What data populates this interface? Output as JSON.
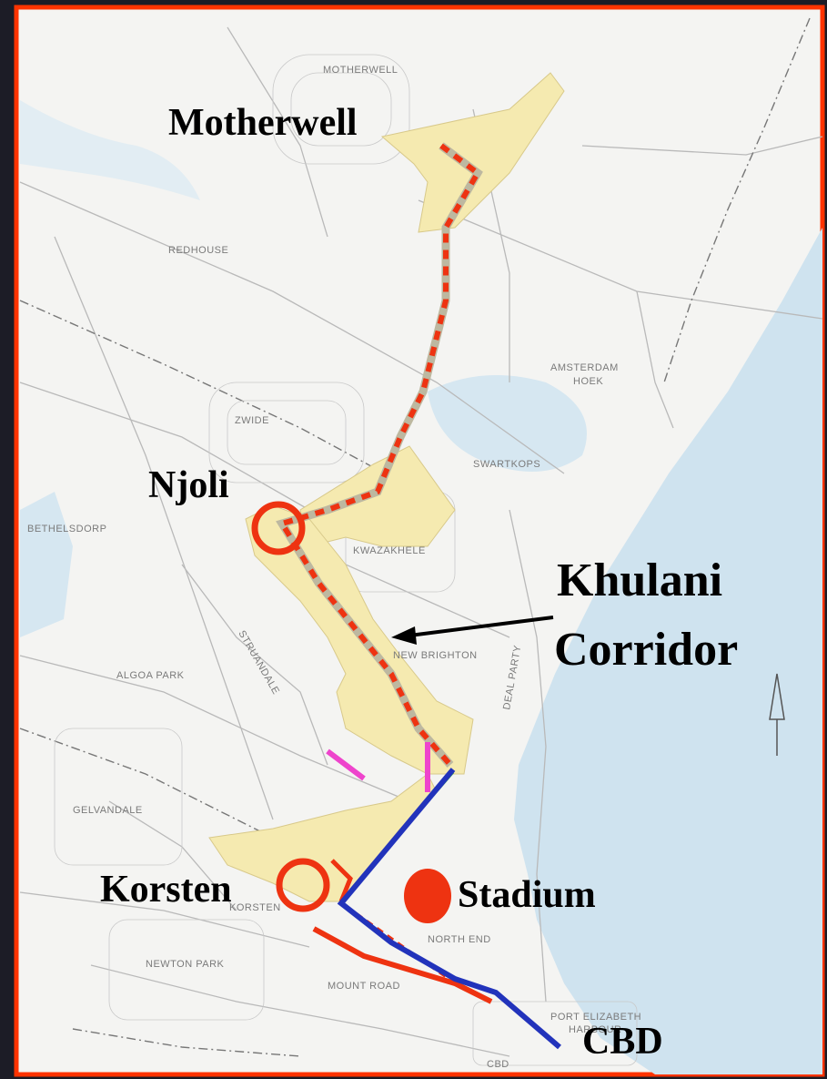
{
  "map": {
    "labels": {
      "motherwell": "Motherwell",
      "njoli": "Njoli",
      "khulani_line1": "Khulani",
      "khulani_line2": "Corridor",
      "korsten": "Korsten",
      "stadium": "Stadium",
      "cbd": "CBD"
    },
    "suburbs": {
      "motherwell": "MOTHERWELL",
      "redhouse": "REDHOUSE",
      "amsterdam1": "AMSTERDAM",
      "amsterdam2": "HOEK",
      "zwide": "ZWIDE",
      "swartkops": "SWARTKOPS",
      "bethelsdorp": "BETHELSDORP",
      "kwazakhele": "KWAZAKHELE",
      "aloe_park": "ALGOA PARK",
      "struandale": "STRUANDALE",
      "new_brighton": "NEW BRIGHTON",
      "deal_party": "DEAL PARTY",
      "gelvandale": "GELVANDALE",
      "korsten_small": "KORSTEN",
      "north_end": "NORTH END",
      "newton_park": "NEWTON PARK",
      "mount_road": "MOUNT ROAD",
      "pe1": "PORT ELIZABETH",
      "pe2": "HARBOUR",
      "cbd_small": "CBD"
    },
    "colors": {
      "border": "#ff3300",
      "corridor_fill": "#f5eab0",
      "red_route": "#ee3311",
      "blue_route": "#2233bb",
      "magenta": "#ee44cc",
      "sea": "#cfe3ef",
      "land": "#f4f4f2"
    }
  }
}
